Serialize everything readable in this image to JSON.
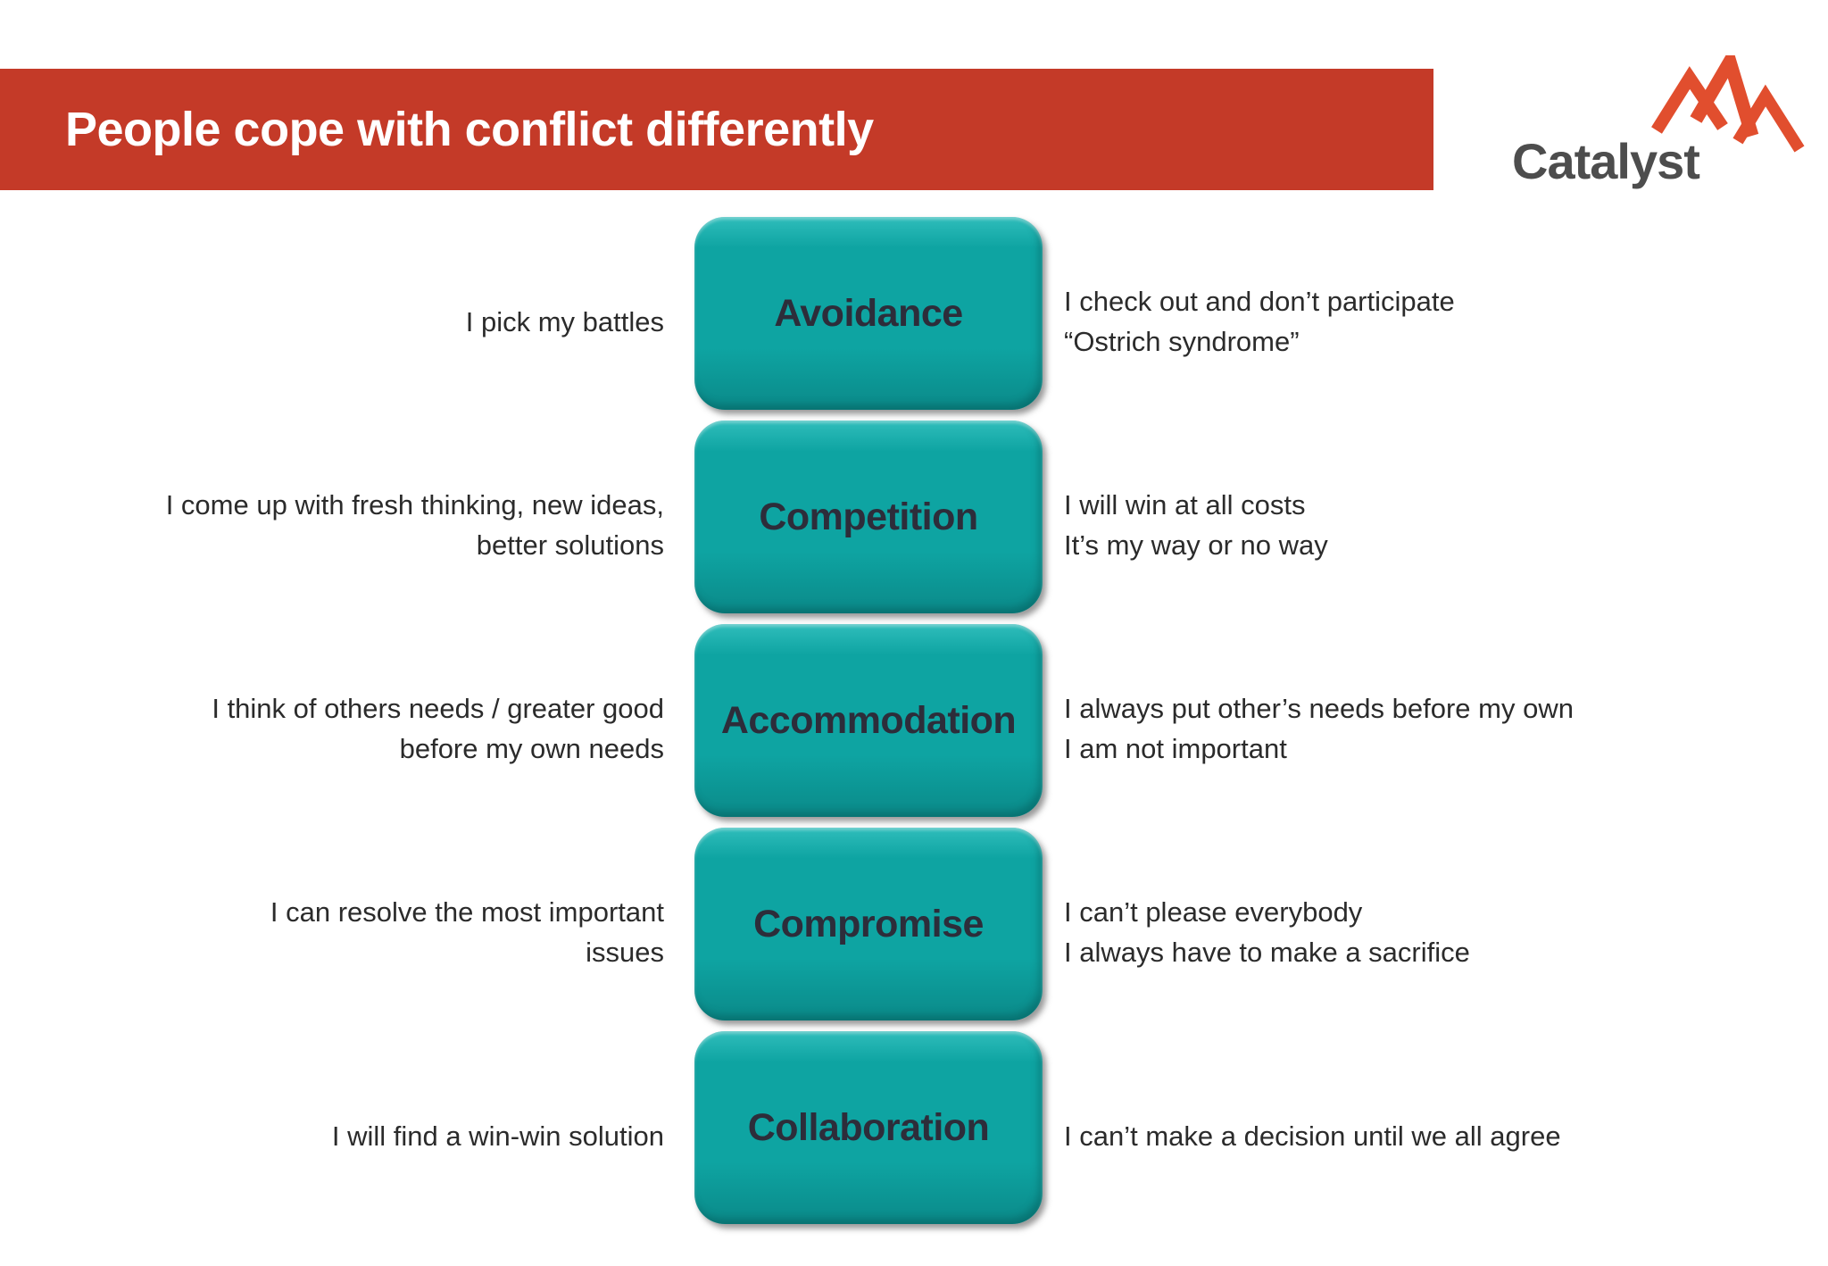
{
  "title_bar": {
    "title": "People cope with conflict differently"
  },
  "logo": {
    "text": "Catalyst"
  },
  "colors": {
    "accent_red": "#c43a28",
    "box_teal": "#0ea4a2",
    "box_teal_light": "#2fbdbb",
    "box_teal_dark": "#0b8a89",
    "box_label_color": "#2d2d3a",
    "side_text_color": "#2b2b2b",
    "logo_text_color": "#4d4d4d",
    "logo_mountain_color": "#e14e2e"
  },
  "rows": [
    {
      "left": "I pick my battles",
      "label": "Avoidance",
      "right": "I check out and don’t participate\n“Ostrich syndrome”"
    },
    {
      "left": "I come up with fresh thinking, new ideas,\nbetter solutions",
      "label": "Competition",
      "right": "I will win at all costs\nIt’s my way or no way"
    },
    {
      "left": "I think of others needs / greater good\nbefore my own needs",
      "label": "Accommodation",
      "right": "I always put other’s needs before my own\nI am not important"
    },
    {
      "left": "I can resolve the most important\nissues",
      "label": "Compromise",
      "right": "I can’t please everybody\nI always have to make a sacrifice"
    },
    {
      "left": "I will find a win-win solution",
      "label": "Collaboration",
      "right": "I can’t make a decision until we all agree"
    }
  ]
}
